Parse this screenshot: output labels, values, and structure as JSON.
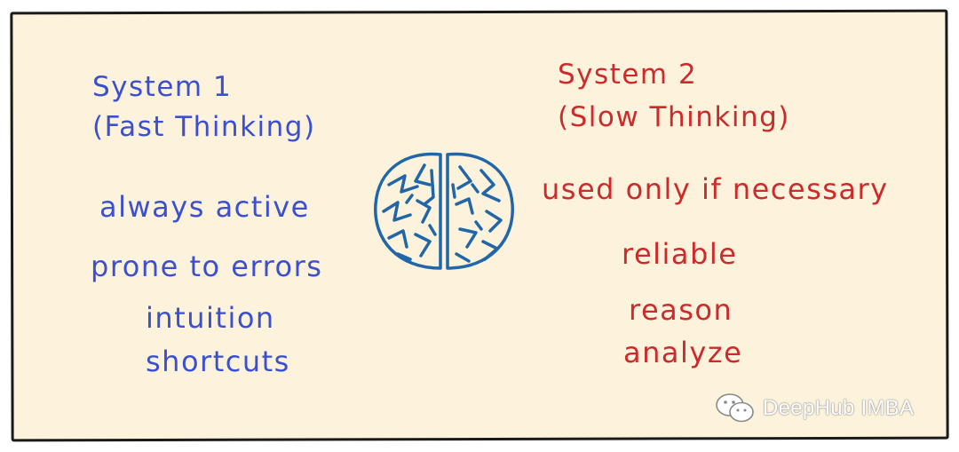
{
  "system1": {
    "title": "System 1",
    "subtitle": "(Fast Thinking)",
    "traits": [
      "always active",
      "prone to errors",
      "intuition",
      "shortcuts"
    ],
    "color": "#3b4fd1"
  },
  "system2": {
    "title": "System 2",
    "subtitle": "(Slow Thinking)",
    "traits": [
      "used only if necessary",
      "reliable",
      "reason",
      "analyze"
    ],
    "color": "#cc2b2b"
  },
  "watermark": {
    "text": "DeepHub IMBA",
    "icon": "wechat-icon"
  },
  "brain": {
    "icon": "brain-icon",
    "color": "#2266aa"
  }
}
